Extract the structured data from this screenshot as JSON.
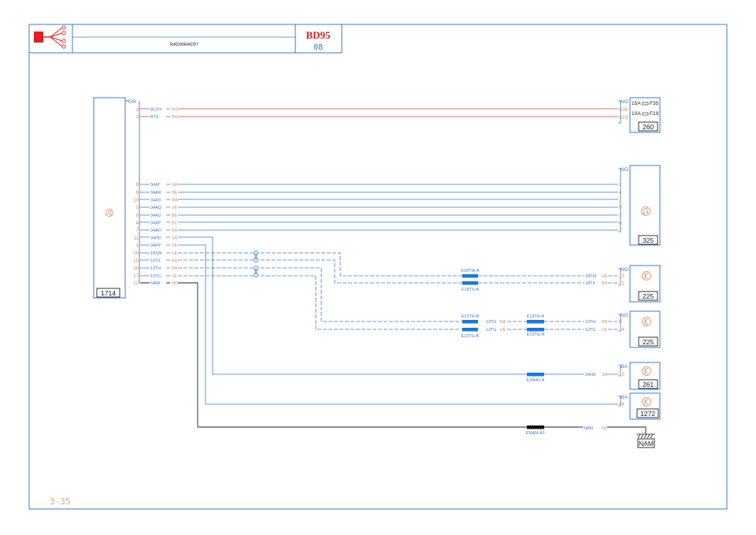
{
  "title_block": {
    "subtitle": "RAD06RAD07",
    "code": "BD95",
    "sheet": "08"
  },
  "page_number": "3-35",
  "radio": {
    "id": "1714",
    "header_color": "GR",
    "pins": [
      {
        "pin": "3",
        "wire": "BCP4",
        "color": "RG"
      },
      {
        "pin": "2",
        "wire": "BTS",
        "color": "RG"
      },
      {
        "pin": "9",
        "wire": "34AT",
        "color": "GR"
      },
      {
        "pin": "6",
        "wire": "34AR",
        "color": "BE"
      },
      {
        "pin": "10",
        "wire": "34AS",
        "color": "MA"
      },
      {
        "pin": "5",
        "wire": "34AQ",
        "color": "VE"
      },
      {
        "pin": "8",
        "wire": "34AU",
        "color": "BE"
      },
      {
        "pin": "4",
        "wire": "34AP",
        "color": "BJ"
      },
      {
        "pin": "7",
        "wire": "34AO",
        "color": "SA"
      },
      {
        "pin": "11",
        "wire": "34HU",
        "color": "SA"
      },
      {
        "pin": "1",
        "wire": "34HY",
        "color": "VE"
      },
      {
        "pin": "16",
        "wire": "18TW",
        "color": "VE"
      },
      {
        "pin": "15",
        "wire": "18TX",
        "color": "BA"
      },
      {
        "pin": "18",
        "wire": "13TH",
        "color": "BA"
      },
      {
        "pin": "17",
        "wire": "13TG",
        "color": "VE"
      },
      {
        "pin": "12",
        "wire": "NAM",
        "color": "NO"
      }
    ]
  },
  "fusebox": {
    "id": "260",
    "header_color": "NO",
    "lines": [
      {
        "pin": "S35",
        "fuse_left": "15A",
        "fuse_right": "F35"
      },
      {
        "pin": "S19",
        "fuse_left": "10A",
        "fuse_right": "F19"
      }
    ]
  },
  "audio_unit": {
    "id": "325",
    "header_color": "NO",
    "pins": [
      "2",
      "4",
      "1",
      "5",
      "3",
      "6",
      "7"
    ]
  },
  "speaker_1": {
    "id": "225",
    "header_color": "NO",
    "rows": [
      {
        "wire": "18TW",
        "color": "VE",
        "pin": "13"
      },
      {
        "wire": "18TX",
        "color": "BA",
        "pin": "12"
      }
    ]
  },
  "speaker_2": {
    "id": "225",
    "header_color": "NO",
    "rows": [
      {
        "wire": "13TH",
        "color": "BA",
        "pin": "6"
      },
      {
        "wire": "13TG",
        "color": "VE",
        "pin": "14"
      }
    ]
  },
  "speaker_3": {
    "id": "261",
    "header_color": "BA",
    "wire": "34HU",
    "color": "SA",
    "pin": "13"
  },
  "speaker_4": {
    "id": "1272",
    "header_color": "BA",
    "pin": "24"
  },
  "ground": {
    "id": "NAM",
    "wire": "NAM",
    "color": "NO"
  },
  "connectors": {
    "e18tw": "E18TW-A",
    "e18tx": "E18TX-A",
    "e13th_b": "E13TH-B",
    "e13tg_b": "E13TG-B",
    "e13th_a": "E13TH-A",
    "e13tg_a": "E13TG-A",
    "e34hu": "E34HU-A",
    "enam": "ENAM-A1",
    "mid_13th": "13TH",
    "mid_13th_color": "BA",
    "mid_13tg": "13TG",
    "mid_13tg_color": "VE"
  }
}
